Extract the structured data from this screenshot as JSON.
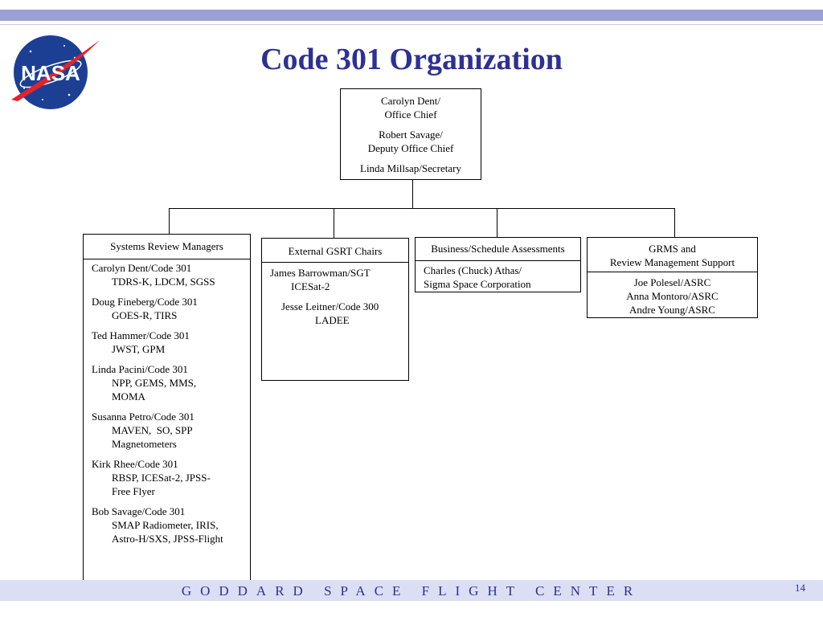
{
  "slide": {
    "title": "Code 301 Organization",
    "footer": "GODDARD SPACE FLIGHT CENTER",
    "page_number": "14",
    "logo_text": "NASA"
  },
  "top_box": {
    "line1": "Carolyn Dent/",
    "line2": "Office Chief",
    "line3": "Robert Savage/",
    "line4": "Deputy Office Chief",
    "line5": "Linda Millsap/Secretary"
  },
  "systems_review": {
    "header": "Systems Review Managers",
    "entries": [
      {
        "name": "Carolyn Dent/Code 301",
        "l1": "TDRS-K, LDCM, SGSS",
        "l2": "",
        "l3": ""
      },
      {
        "name": "Doug Fineberg/Code 301",
        "l1": "GOES-R, TIRS",
        "l2": "",
        "l3": ""
      },
      {
        "name": "Ted Hammer/Code 301",
        "l1": "JWST, GPM",
        "l2": "",
        "l3": ""
      },
      {
        "name": "Linda Pacini/Code 301",
        "l1": "NPP, GEMS, MMS,",
        "l2": "MOMA",
        "l3": ""
      },
      {
        "name": "Susanna Petro/Code 301",
        "l1": "MAVEN,  SO, SPP",
        "l2": "Magnetometers",
        "l3": ""
      },
      {
        "name": "Kirk Rhee/Code 301",
        "l1": "RBSP, ICESat-2, JPSS-",
        "l2": "Free Flyer",
        "l3": ""
      },
      {
        "name": "Bob Savage/Code 301",
        "l1": "SMAP Radiometer, IRIS,",
        "l2": "Astro-H/SXS, JPSS-Flight",
        "l3": ""
      }
    ]
  },
  "external_gsrt": {
    "header": "External GSRT Chairs",
    "line1": "James Barrowman/SGT",
    "line2": "ICESat-2",
    "line3": "Jesse Leitner/Code 300",
    "line4": "LADEE"
  },
  "business": {
    "header": "Business/Schedule Assessments",
    "line1": "Charles (Chuck) Athas/",
    "line2": "Sigma Space Corporation"
  },
  "grms": {
    "header1": "GRMS and",
    "header2": "Review Management Support",
    "line1": "Joe Polesel/ASRC",
    "line2": "Anna Montoro/ASRC",
    "line3": "Andre Young/ASRC"
  },
  "colors": {
    "title": "#2e3192",
    "top_bar": "#9aa0d6",
    "footer_bar": "#dcdef4"
  }
}
